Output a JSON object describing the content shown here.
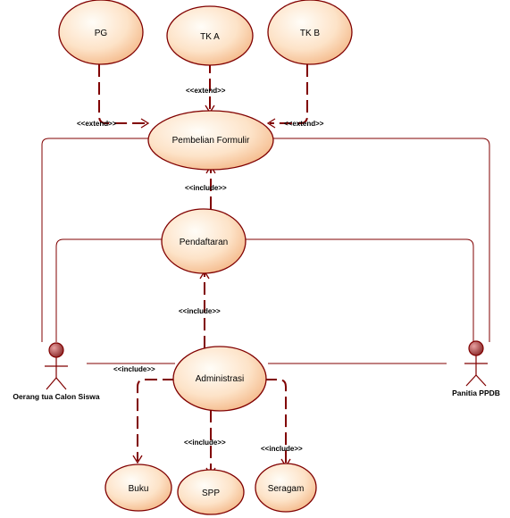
{
  "use_cases": {
    "pg": "PG",
    "tka": "TK A",
    "tkb": "TK B",
    "pembelian": "Pembelian Formulir",
    "pendaftaran": "Pendaftaran",
    "administrasi": "Administrasi",
    "buku": "Buku",
    "spp": "SPP",
    "seragam": "Seragam"
  },
  "actors": {
    "left": "Oerang tua Calon Siswa",
    "right": "Panitia PPDB"
  },
  "stereotypes": {
    "extend_pg": "<<extend>>",
    "extend_tka": "<<extend>>",
    "extend_tkb": "<<extend>>",
    "include_pembelian": "<<include>>",
    "include_pendaftaran": "<<include>>",
    "include_buku": "<<include>>",
    "include_spp": "<<include>>",
    "include_seragam": "<<include>>"
  },
  "colors": {
    "line": "#800000",
    "ellipse_center": "#fffaf0",
    "ellipse_edge": "#f7c7a0",
    "actor_head": "#a04040"
  }
}
